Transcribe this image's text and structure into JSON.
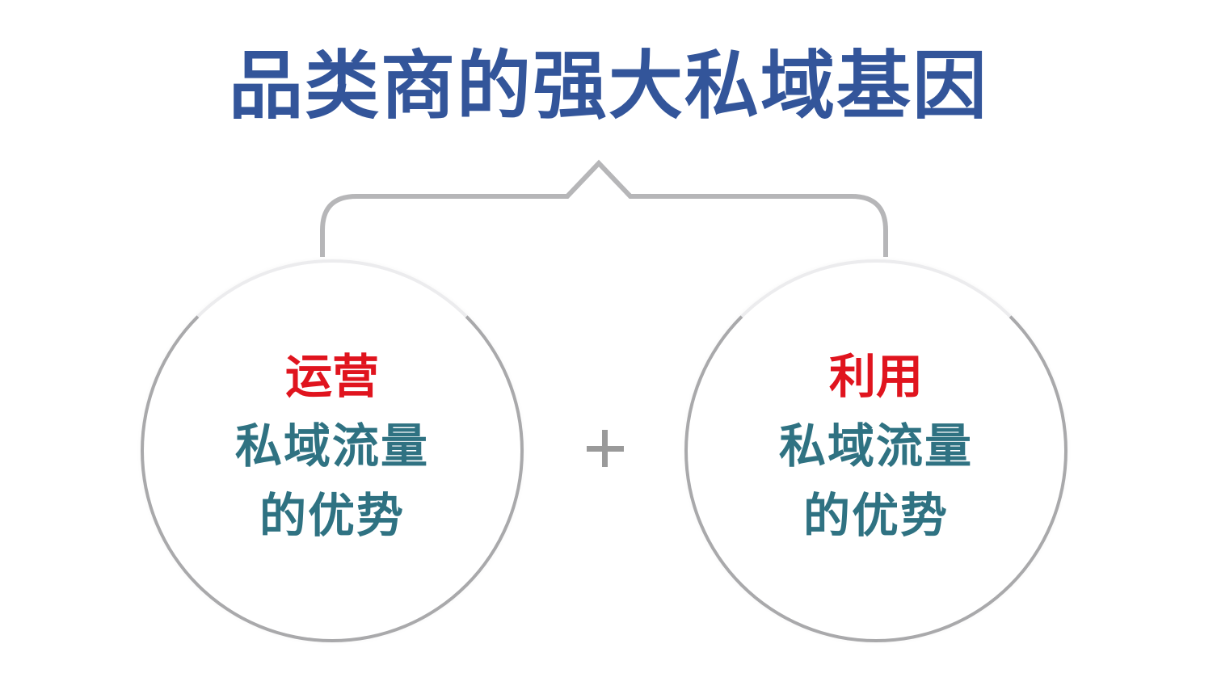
{
  "title": "品类商的强大私域基因",
  "colors": {
    "title": "#33559a",
    "highlight": "#e0141e",
    "body_text": "#2f7282",
    "connector": "#b6b6b8",
    "plus": "#9a9a9a"
  },
  "connector": {
    "type": "curly-brace",
    "spans": [
      "left-circle",
      "right-circle"
    ]
  },
  "circles": [
    {
      "highlight": "运营",
      "line2": "私域流量",
      "line3": "的优势"
    },
    {
      "highlight": "利用",
      "line2": "私域流量",
      "line3": "的优势"
    }
  ],
  "operator": "+"
}
